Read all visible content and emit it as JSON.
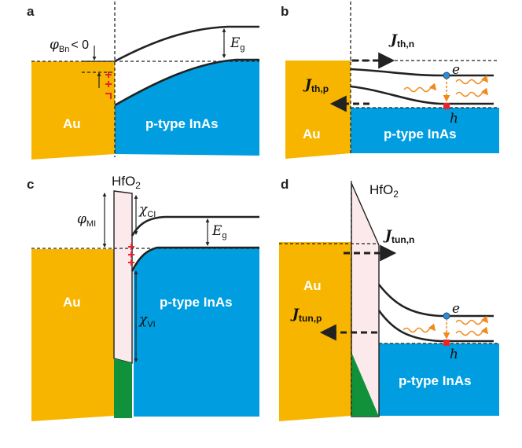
{
  "panels": {
    "a": {
      "letter": "a",
      "metal": "Au",
      "semi": "p-type InAs",
      "phi": "φ",
      "phi_sub": "Bn",
      "phi_rel": "< 0",
      "eg": "E",
      "eg_sub": "g"
    },
    "b": {
      "letter": "b",
      "metal": "Au",
      "semi": "p-type InAs",
      "j": "J",
      "jn_sub": "th,n",
      "jp_sub": "th,p",
      "e": "e",
      "h": "h"
    },
    "c": {
      "letter": "c",
      "metal": "Au",
      "semi": "p-type InAs",
      "oxide": "HfO",
      "oxide_sub": "2",
      "phi": "φ",
      "phi_sub": "MI",
      "chi": "χ",
      "chi_c_sub": "CI",
      "chi_v_sub": "VI",
      "eg": "E",
      "eg_sub": "g"
    },
    "d": {
      "letter": "d",
      "metal": "Au",
      "semi": "p-type InAs",
      "oxide": "HfO",
      "oxide_sub": "2",
      "j": "J",
      "jn_sub": "tun,n",
      "jp_sub": "tun,p",
      "e": "e",
      "h": "h"
    }
  },
  "colors": {
    "gold": "#f7b500",
    "blue": "#009ee0",
    "oxide": "#fbe9ec",
    "green": "#11923a",
    "orange": "#f08a1c",
    "red": "#e6262b"
  }
}
